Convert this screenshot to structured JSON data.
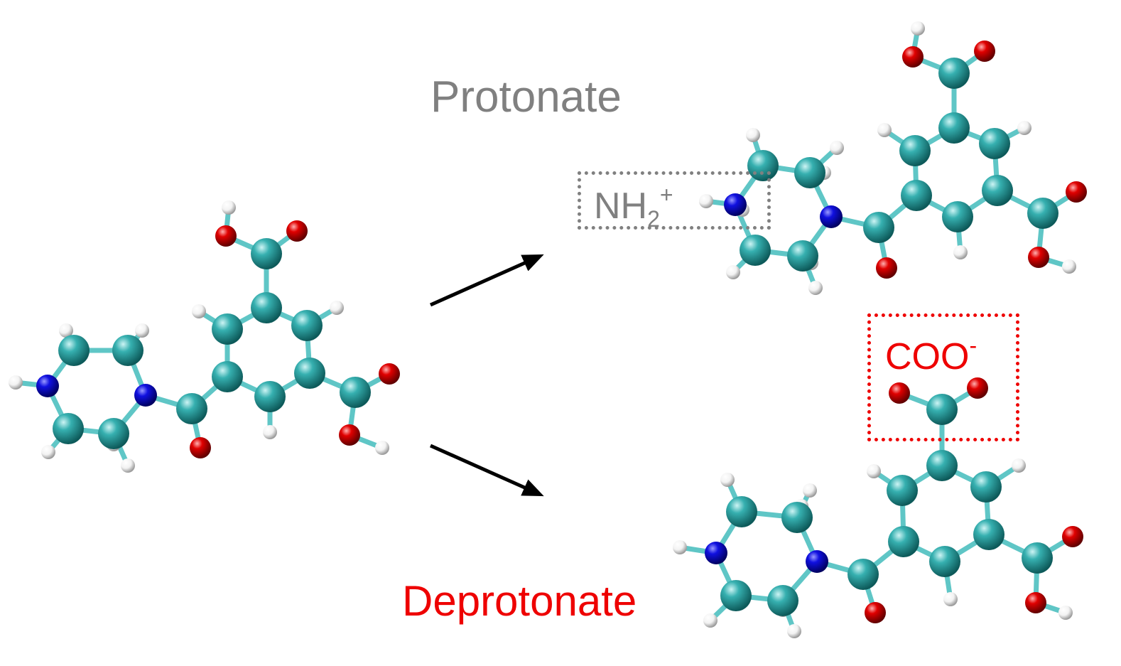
{
  "labels": {
    "protonate": "Protonate",
    "deprotonate": "Deprotonate",
    "nh2_base": "NH",
    "nh2_sub": "2",
    "nh2_sup": "+",
    "coo_base": "COO",
    "coo_sup": "-"
  },
  "colors": {
    "carbon": "#2a9c9c",
    "nitrogen": "#0a0ad0",
    "oxygen": "#dd0000",
    "hydrogen": "#ffffff",
    "bond": "#5fc6c6",
    "arrow": "#000000",
    "protonate_text": "#808080",
    "deprotonate_text": "#ee0000"
  },
  "icons": [
    "molecule-ball-and-stick",
    "reaction-arrow"
  ]
}
